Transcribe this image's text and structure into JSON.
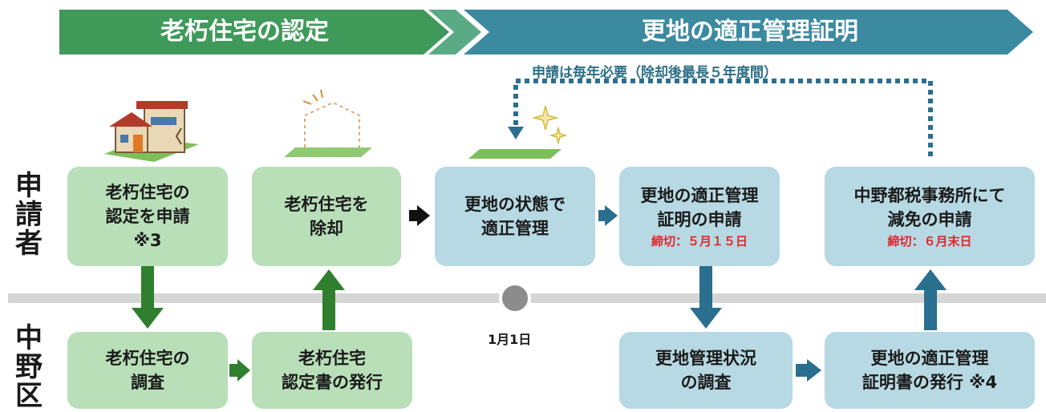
{
  "phases": {
    "left": "老朽住宅の認定",
    "right": "更地の適正管理証明"
  },
  "rows": {
    "applicant": [
      "申",
      "請",
      "者"
    ],
    "ward": [
      "中",
      "野",
      "区"
    ]
  },
  "annual_note": "申請は毎年必要（除却後最長５年度間）",
  "date_label": "1月1日",
  "boxes": {
    "apply_cert": {
      "line1": "老朽住宅の",
      "line2": "認定を申請",
      "line3": "※3"
    },
    "demolish": {
      "line1": "老朽住宅を",
      "line2": "除却"
    },
    "manage": {
      "line1": "更地の状態で",
      "line2": "適正管理"
    },
    "apply_proof": {
      "line1": "更地の適正管理",
      "line2": "証明の申請",
      "deadline": "締切：５月１５日"
    },
    "reduction": {
      "line1": "中野都税事務所にて",
      "line2": "減免の申請",
      "deadline": "締切：６月末日"
    },
    "survey_house": {
      "line1": "老朽住宅の",
      "line2": "調査"
    },
    "issue_cert": {
      "line1": "老朽住宅",
      "line2": "認定書の発行"
    },
    "survey_land": {
      "line1": "更地管理状況",
      "line2": "の調査"
    },
    "issue_proof": {
      "line1": "更地の適正管理",
      "line2": "証明書の発行 ※4"
    }
  },
  "colors": {
    "phase_left": "#3f9a5a",
    "phase_right": "#3b8aa0",
    "green_box": "#b9dfb9",
    "blue_box": "#b7d9e3",
    "green_arrow": "#2f7f2f",
    "blue_arrow": "#2a6f8e",
    "deadline": "#e0262b"
  }
}
